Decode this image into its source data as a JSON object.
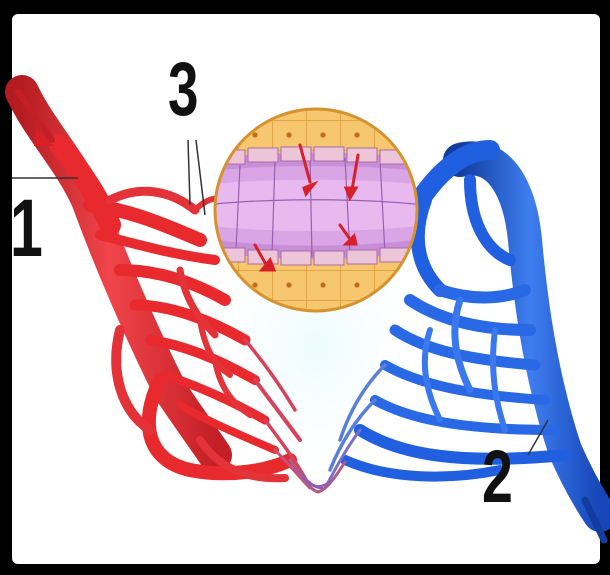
{
  "labels": {
    "artery": "1",
    "vein": "2",
    "capillary": "3"
  },
  "colors": {
    "artery": "#e8292e",
    "artery_dark": "#b51c22",
    "vein": "#1f5fe0",
    "vein_dark": "#123d9e",
    "tissue": "#f5c46a",
    "capillary_wall": "#c98ed8"
  },
  "icons": {
    "artery": "red-artery-tree",
    "vein": "blue-vein-tree",
    "magnifier": "tissue-magnification-circle"
  }
}
